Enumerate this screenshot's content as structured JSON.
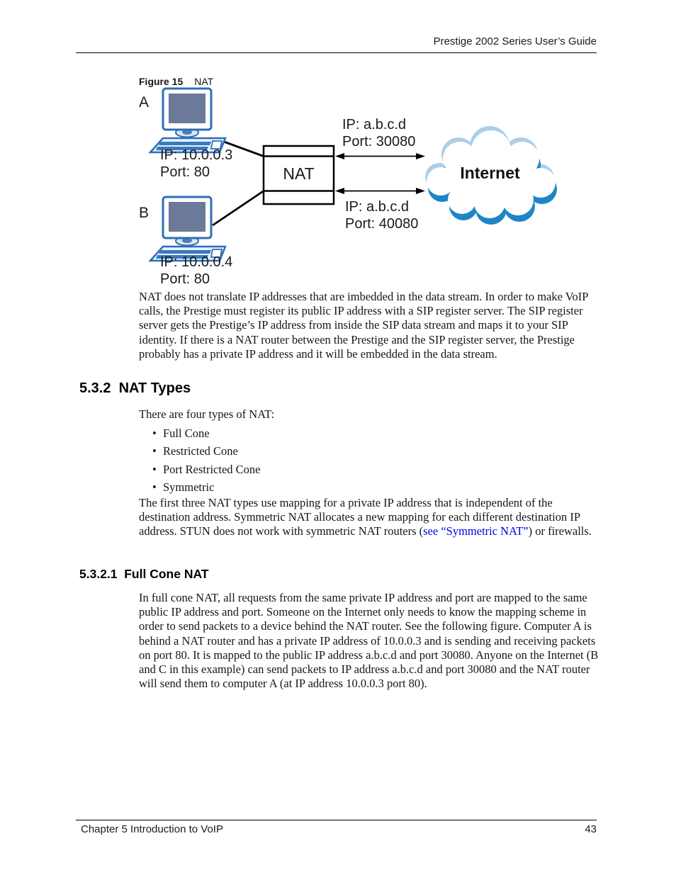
{
  "header": {
    "title": "Prestige 2002 Series User’s Guide"
  },
  "figure": {
    "label_bold": "Figure 15",
    "label_rest": "NAT",
    "computer_a": {
      "letter": "A",
      "ip": "IP: 10.0.0.3",
      "port": "Port: 80"
    },
    "computer_b": {
      "letter": "B",
      "ip": "IP: 10.0.0.4",
      "port": "Port: 80"
    },
    "nat_box_label": "NAT",
    "cloud_label": "Internet",
    "mapping_a": {
      "ip": "IP: a.b.c.d",
      "port": "Port: 30080"
    },
    "mapping_b": {
      "ip": "IP: a.b.c.d",
      "port": "Port: 40080"
    },
    "icons": {
      "computer": "desktop-computer-icon",
      "cloud": "internet-cloud-icon",
      "arrows": "double-headed-arrow"
    },
    "colors": {
      "computer_blue": "#2e6fb7",
      "screen_gray": "#6b7a99",
      "cloud_dark_blue": "#1e86c6",
      "cloud_light_blue": "#abcfe9",
      "line_black": "#000000"
    }
  },
  "paragraphs": {
    "p1": "NAT does not translate IP addresses that are imbedded in the data stream. In order to make VoIP calls, the Prestige must register its public IP address with a SIP register server. The SIP register server gets the Prestige’s IP address from inside the SIP data stream and maps it to your SIP identity. If there is a NAT router between the Prestige and the SIP register server, the Prestige probably has a private IP address and it will be embedded in the data stream."
  },
  "section": {
    "heading": "5.3.2  NAT Types",
    "intro": "There are four types of NAT:",
    "bullets": [
      "Full Cone",
      "Restricted Cone",
      "Port Restricted Cone",
      "Symmetric"
    ],
    "p2_before": "The first three NAT types use mapping for a private IP address that is independent of the destination address. Symmetric NAT allocates a new mapping for each different destination IP address. STUN does not work with symmetric NAT routers (",
    "p2_link": "see “Symmetric NAT”",
    "p2_after": ") or firewalls."
  },
  "subsection": {
    "heading": "5.3.2.1  Full Cone NAT",
    "p3": "In full cone NAT, all requests from the same private IP address and port are mapped to the same public IP address and port. Someone on the Internet only needs to know the mapping scheme in order to send packets to a device behind the NAT router. See the following figure. Computer A is behind a NAT router and has a private IP address of 10.0.0.3 and is sending and receiving packets on port 80. It is mapped to the public IP address a.b.c.d and port 30080. Anyone on the Internet (B and C in this example) can send packets to IP address a.b.c.d and port 30080 and the NAT router will send them to computer A (at IP address 10.0.0.3 port 80)."
  },
  "footer": {
    "left": "Chapter 5 Introduction to VoIP",
    "page": "43"
  },
  "link_color": "#0000e6"
}
